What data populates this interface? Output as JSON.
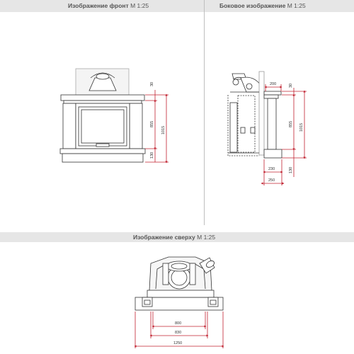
{
  "front_view": {
    "label": "Изображение фронт",
    "scale": "М 1:25"
  },
  "side_view": {
    "label": "Боковое изображение",
    "scale": "М 1:25"
  },
  "top_view": {
    "label": "Изображение сверху",
    "scale": "М 1:25"
  },
  "dimensions": {
    "front": {
      "top": "30",
      "middle": "855",
      "bottom": "130",
      "total": "1015"
    },
    "side": {
      "width_top": "200",
      "top": "30",
      "middle": "855",
      "total": "1015",
      "bottom": "130",
      "base_inner": "230",
      "base_outer": "250"
    },
    "top": {
      "inner": "800",
      "middle": "830",
      "overall": "1250"
    }
  },
  "colors": {
    "dimension": "#c0202f",
    "outline": "#333333",
    "band": "#e6e6e6"
  }
}
